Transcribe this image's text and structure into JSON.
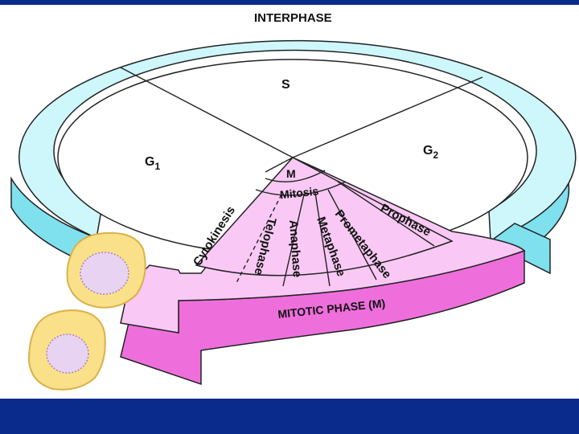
{
  "slide": {
    "band_color": "#0a2a8c",
    "background": "#ffffff"
  },
  "diagram": {
    "interphase_label": "INTERPHASE",
    "s_label": "S",
    "g1_label": "G",
    "g1_sub": "1",
    "g2_label": "G",
    "g2_sub": "2",
    "m_label": "M",
    "mitosis_label": "Mitosis",
    "cytokinesis_label": "Cytokinesis",
    "mitotic_phase_label": "MITOTIC PHASE (M)",
    "phases": [
      "Prophase",
      "Prometaphase",
      "Metaphase",
      "Anaphase",
      "Telophase"
    ],
    "colors": {
      "interphase_top": "#cdf7fb",
      "interphase_side": "#7fe0ee",
      "mitotic_top": "#f9c8f4",
      "mitotic_side": "#ee6fdc",
      "cell_outer": "#fbe08a",
      "cell_inner": "#e9d3f2",
      "outline": "#222222"
    }
  }
}
